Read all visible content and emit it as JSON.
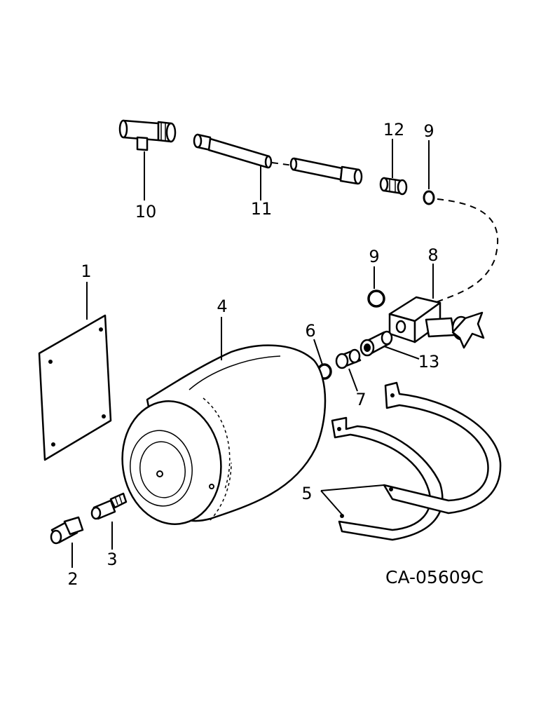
{
  "figure_code": "CA-05609C",
  "callouts": [
    {
      "id": "c1",
      "text": "1"
    },
    {
      "id": "c2",
      "text": "2"
    },
    {
      "id": "c3",
      "text": "3"
    },
    {
      "id": "c4",
      "text": "4"
    },
    {
      "id": "c5",
      "text": "5"
    },
    {
      "id": "c6",
      "text": "6"
    },
    {
      "id": "c7",
      "text": "7"
    },
    {
      "id": "c8",
      "text": "8"
    },
    {
      "id": "c9a",
      "text": "9"
    },
    {
      "id": "c9b",
      "text": "9"
    },
    {
      "id": "c10",
      "text": "10"
    },
    {
      "id": "c11",
      "text": "11"
    },
    {
      "id": "c12",
      "text": "12"
    },
    {
      "id": "c13",
      "text": "13"
    }
  ]
}
